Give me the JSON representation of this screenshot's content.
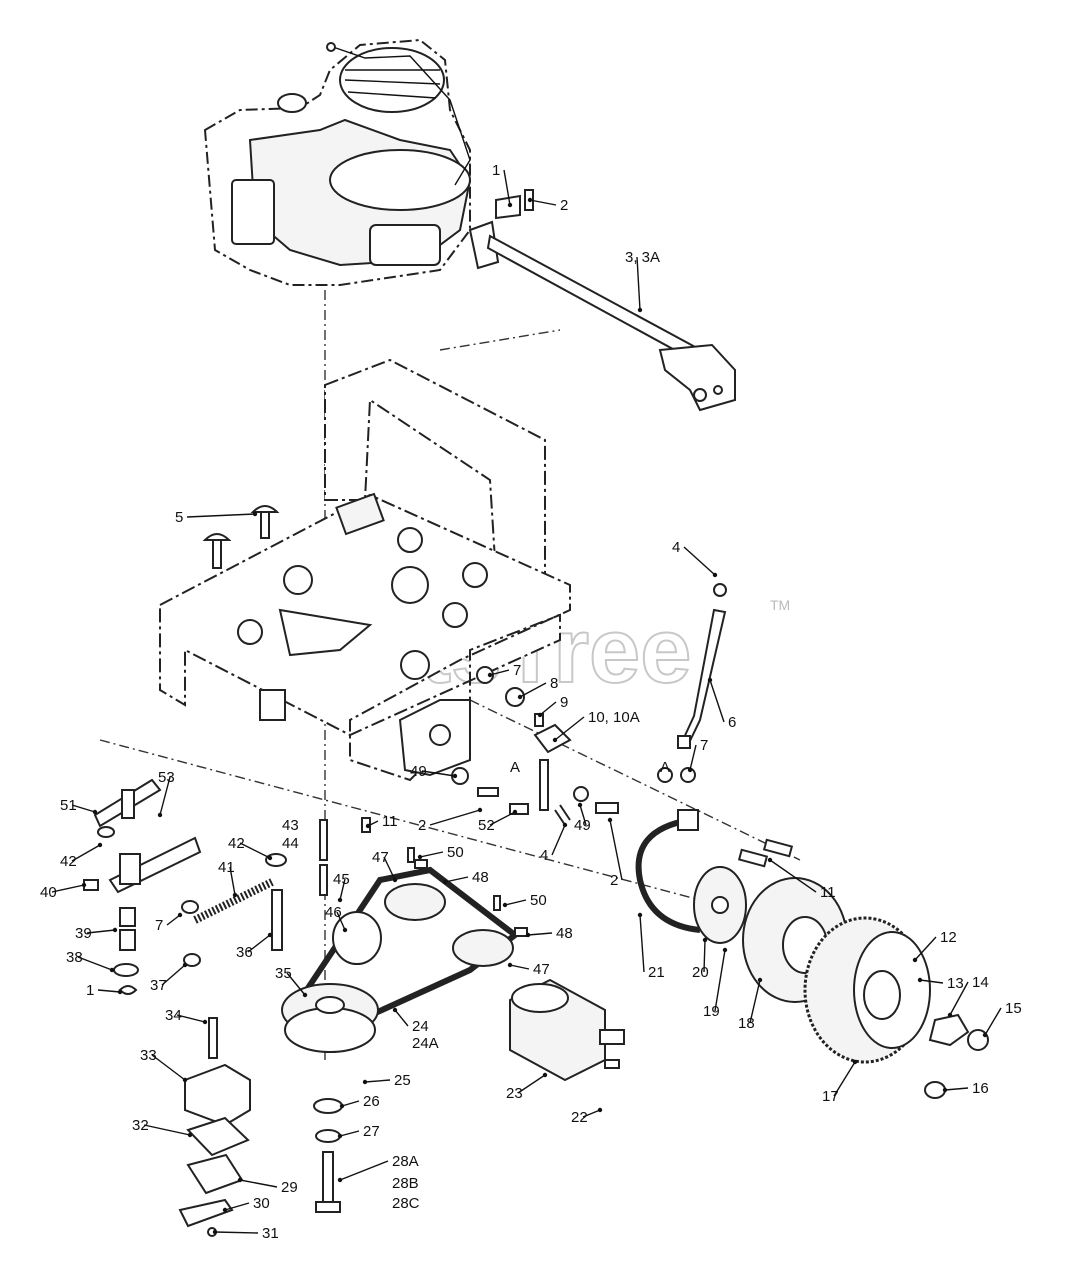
{
  "watermark": {
    "text": "PartsTree",
    "trademark": "TM"
  },
  "callouts": [
    {
      "id": "c1a",
      "text": "1"
    },
    {
      "id": "c2a",
      "text": "2"
    },
    {
      "id": "c3",
      "text": "3, 3A"
    },
    {
      "id": "c5",
      "text": "5"
    },
    {
      "id": "c4a",
      "text": "4"
    },
    {
      "id": "c6",
      "text": "6"
    },
    {
      "id": "c7a",
      "text": "7"
    },
    {
      "id": "c8",
      "text": "8"
    },
    {
      "id": "c9",
      "text": "9"
    },
    {
      "id": "c10",
      "text": "10, 10A"
    },
    {
      "id": "cAa",
      "text": "A"
    },
    {
      "id": "cAb",
      "text": "A"
    },
    {
      "id": "c7b",
      "text": "7"
    },
    {
      "id": "c49a",
      "text": "49"
    },
    {
      "id": "c2b",
      "text": "2"
    },
    {
      "id": "c52",
      "text": "52"
    },
    {
      "id": "c49b",
      "text": "49"
    },
    {
      "id": "c2c",
      "text": "2"
    },
    {
      "id": "c4b",
      "text": "4"
    },
    {
      "id": "c11a",
      "text": "11"
    },
    {
      "id": "c50a",
      "text": "50"
    },
    {
      "id": "c43",
      "text": "43"
    },
    {
      "id": "c44",
      "text": "44"
    },
    {
      "id": "c11b",
      "text": "11"
    },
    {
      "id": "c51",
      "text": "51"
    },
    {
      "id": "c42a",
      "text": "42"
    },
    {
      "id": "c53",
      "text": "53"
    },
    {
      "id": "c42b",
      "text": "42"
    },
    {
      "id": "c47a",
      "text": "47"
    },
    {
      "id": "c48a",
      "text": "48"
    },
    {
      "id": "c45",
      "text": "45"
    },
    {
      "id": "c41",
      "text": "41"
    },
    {
      "id": "c40",
      "text": "40"
    },
    {
      "id": "c7c",
      "text": "7"
    },
    {
      "id": "c46",
      "text": "46"
    },
    {
      "id": "c50b",
      "text": "50"
    },
    {
      "id": "c48b",
      "text": "48"
    },
    {
      "id": "c39",
      "text": "39"
    },
    {
      "id": "c36",
      "text": "36"
    },
    {
      "id": "c47b",
      "text": "47"
    },
    {
      "id": "c21",
      "text": "21"
    },
    {
      "id": "c20",
      "text": "20"
    },
    {
      "id": "c12",
      "text": "12"
    },
    {
      "id": "c38",
      "text": "38"
    },
    {
      "id": "c37",
      "text": "37"
    },
    {
      "id": "c35",
      "text": "35"
    },
    {
      "id": "c13",
      "text": "13"
    },
    {
      "id": "c1b",
      "text": "1"
    },
    {
      "id": "c14",
      "text": "14"
    },
    {
      "id": "c15",
      "text": "15"
    },
    {
      "id": "c19",
      "text": "19"
    },
    {
      "id": "c18",
      "text": "18"
    },
    {
      "id": "c34",
      "text": "34"
    },
    {
      "id": "c24",
      "text": "24"
    },
    {
      "id": "c24A",
      "text": "24A"
    },
    {
      "id": "c33",
      "text": "33"
    },
    {
      "id": "c23",
      "text": "23"
    },
    {
      "id": "c25",
      "text": "25"
    },
    {
      "id": "c17",
      "text": "17"
    },
    {
      "id": "c16",
      "text": "16"
    },
    {
      "id": "c26",
      "text": "26"
    },
    {
      "id": "c22",
      "text": "22"
    },
    {
      "id": "c32",
      "text": "32"
    },
    {
      "id": "c27",
      "text": "27"
    },
    {
      "id": "c28A",
      "text": "28A"
    },
    {
      "id": "c28B",
      "text": "28B"
    },
    {
      "id": "c28C",
      "text": "28C"
    },
    {
      "id": "c29",
      "text": "29"
    },
    {
      "id": "c30",
      "text": "30"
    },
    {
      "id": "c31",
      "text": "31"
    }
  ]
}
